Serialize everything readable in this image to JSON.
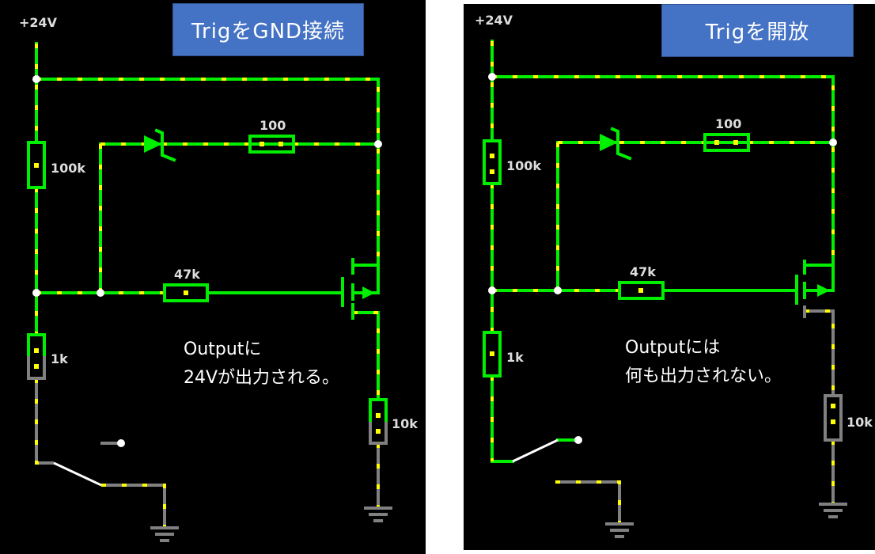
{
  "left": {
    "banner": "TrigをGND接続",
    "supply": "+24V",
    "r_100k": "100k",
    "r_100": "100",
    "r_47k": "47k",
    "r_1k": "1k",
    "r_10k": "10k",
    "output_line1": "Outputに",
    "output_line2": "24Vが出力される。",
    "switch_state": "closed"
  },
  "right": {
    "banner": "Trigを開放",
    "supply": "+24V",
    "r_100k": "100k",
    "r_100": "100",
    "r_47k": "47k",
    "r_1k": "1k",
    "r_10k": "10k",
    "output_line1": "Outputには",
    "output_line2": "何も出力されない。",
    "switch_state": "open"
  },
  "colors": {
    "wire_active": "#00ee00",
    "wire_inactive": "#808080",
    "current_dot": "#ffff00",
    "banner": "#4472c4"
  }
}
